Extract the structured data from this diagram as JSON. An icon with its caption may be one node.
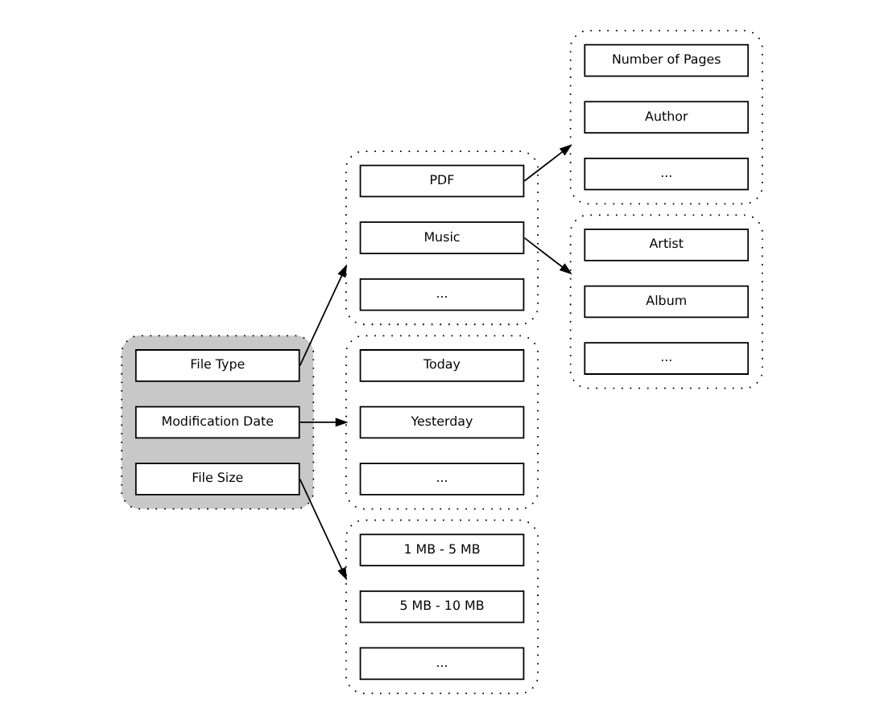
{
  "diagram": {
    "nodes": [
      {
        "text": [],
        "shape": "box"
      },
      {
        "text": [
          "File Type"
        ],
        "in": 0
      },
      {
        "text": [
          "Modification Date"
        ],
        "in": 0
      },
      {
        "text": [
          "File Size"
        ],
        "in": 0
      },
      {
        "text": [],
        "shape": "box"
      },
      {
        "text": [
          "PDF"
        ],
        "in": 4
      },
      {
        "text": [
          "Music"
        ],
        "in": 4
      },
      {
        "text": [
          "..."
        ],
        "in": 4
      },
      {
        "text": [],
        "shape": "box"
      },
      {
        "text": [
          "Number of Pages"
        ],
        "in": 8
      },
      {
        "text": [
          "Author"
        ],
        "in": 8
      },
      {
        "text": [
          "..."
        ],
        "in": 8
      },
      {
        "text": [],
        "shape": "box"
      },
      {
        "text": [
          "Today"
        ],
        "in": 12
      },
      {
        "text": [
          "Yesterday"
        ],
        "in": 12
      },
      {
        "text": [
          "..."
        ],
        "in": 12
      },
      {
        "text": [],
        "shape": "box"
      },
      {
        "text": [
          "Artist"
        ],
        "in": 16
      },
      {
        "text": [
          "Album"
        ],
        "in": 16
      },
      {
        "text": [
          "..."
        ],
        "in": 16
      },
      {
        "text": [],
        "shape": "box"
      },
      {
        "text": [
          "1 MB - 5 MB"
        ],
        "in": 20
      },
      {
        "text": [
          "5 MB - 10 MB"
        ],
        "in": 20
      },
      {
        "text": [
          "..."
        ],
        "in": 20
      }
    ],
    "edges": [
      {
        "from": 1,
        "to": 4,
        "arrow": "to"
      },
      {
        "from": 2,
        "to": 12,
        "arrow": "to"
      },
      {
        "from": 3,
        "to": 20,
        "arrow": "to"
      },
      {
        "from": 5,
        "to": 8,
        "arrow": "to"
      },
      {
        "from": 6,
        "to": 16,
        "arrow": "to"
      }
    ]
  }
}
